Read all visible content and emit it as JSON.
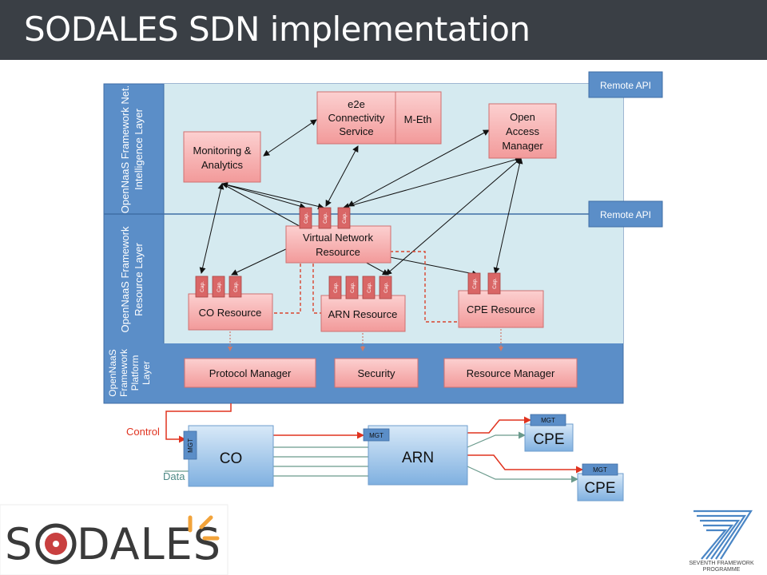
{
  "title": "SODALES SDN implementation",
  "layers": {
    "intelligence": "OpenNaaS Framework Net. Intelligence Layer",
    "intelligence_l1": "OpenNaaS Framework Net.",
    "intelligence_l2": "Intelligence Layer",
    "resource_l1": "OpenNaaS Framework",
    "resource_l2": "Resource Layer",
    "platform_l1": "OpenNaaS",
    "platform_l2": "Framework",
    "platform_l3": "Platform",
    "platform_l4": "Layer"
  },
  "remote_api_1": "Remote API",
  "remote_api_2": "Remote API",
  "boxes": {
    "e2e_l1": "e2e",
    "e2e_l2": "Connectivity",
    "e2e_l3": "Service",
    "meth": "M-Eth",
    "monitoring_l1": "Monitoring &",
    "monitoring_l2": "Analytics",
    "oam_l1": "Open",
    "oam_l2": "Access",
    "oam_l3": "Manager",
    "vnr_l1": "Virtual Network",
    "vnr_l2": "Resource",
    "co_resource": "CO Resource",
    "arn_resource": "ARN Resource",
    "cpe_resource": "CPE Resource",
    "protocol_manager": "Protocol Manager",
    "security": "Security",
    "resource_manager": "Resource Manager"
  },
  "cap_label": "Cap.",
  "physical": {
    "control": "Control",
    "data": "Data",
    "co": "CO",
    "arn": "ARN",
    "cpe1": "CPE",
    "cpe2": "CPE",
    "mgt": "MGT"
  },
  "logos": {
    "sodales": "SODALES",
    "fp7_l1": "SEVENTH FRAMEWORK",
    "fp7_l2": "PROGRAMME"
  },
  "colors": {
    "title_bar": "#3a3f45",
    "layer_band": "#5b8ec8",
    "panel": "#d5eaf0",
    "box_pink": "#f7a9a9",
    "cap_red": "#d96666",
    "control_red": "#e0331f",
    "data_green": "#6a9a8c"
  }
}
